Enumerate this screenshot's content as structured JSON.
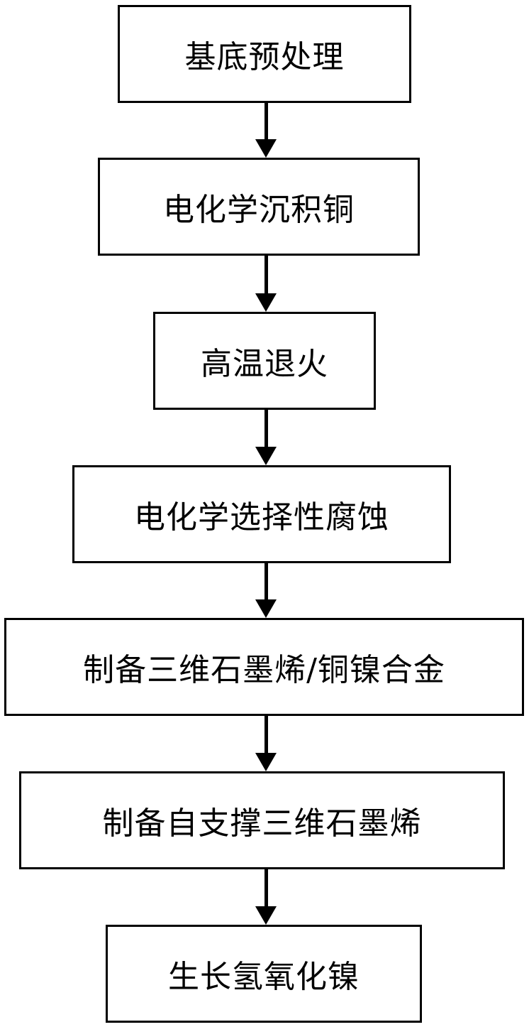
{
  "flowchart": {
    "steps": [
      {
        "label": "基底预处理"
      },
      {
        "label": "电化学沉积铜"
      },
      {
        "label": "高温退火"
      },
      {
        "label": "电化学选择性腐蚀"
      },
      {
        "label": "制备三维石墨烯/铜镍合金"
      },
      {
        "label": "制备自支撑三维石墨烯"
      },
      {
        "label": "生长氢氧化镍"
      }
    ]
  }
}
